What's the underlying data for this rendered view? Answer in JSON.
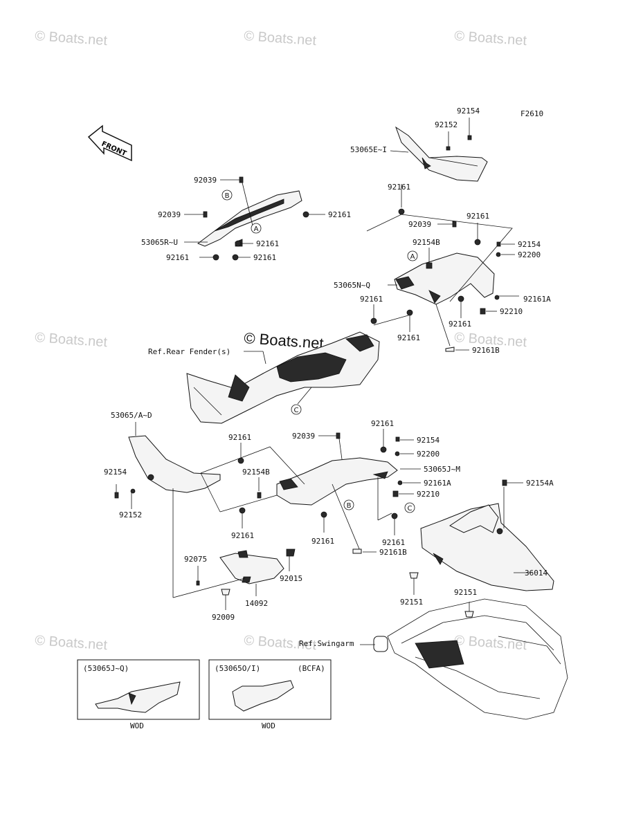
{
  "figure_code": "F2610",
  "watermarks": [
    "© Boats.net",
    "© Boats.net",
    "© Boats.net",
    "© Boats.net",
    "© Boats.net",
    "© Boats.net",
    "© Boats.net",
    "© Boats.net",
    "© Boats.net"
  ],
  "center_watermark": "© Boats.net",
  "front_arrow_label": "FRONT",
  "circle_refs": {
    "a": "A",
    "b": "B",
    "c": "C"
  },
  "references": {
    "rear_fender": "Ref.Rear Fender(s)",
    "swingarm": "Ref.Swingarm"
  },
  "part_labels": [
    "92154",
    "92152",
    "53065E~I",
    "92161",
    "92039",
    "92161",
    "92154B",
    "92154",
    "92200",
    "53065N~Q",
    "92161",
    "92161A",
    "92210",
    "92161",
    "92161",
    "92161B",
    "92039",
    "92039",
    "53065R~U",
    "92161",
    "92161",
    "92161",
    "53065/A~D",
    "92161",
    "92039",
    "92161",
    "92154",
    "92200",
    "53065J~M",
    "92161A",
    "92210",
    "92154",
    "92152",
    "92154B",
    "92161",
    "92161",
    "92161",
    "92161B",
    "92154A",
    "36014",
    "92075",
    "92015",
    "92009",
    "14092",
    "92151",
    "92151"
  ],
  "inset_boxes": [
    {
      "title": "(53065J~Q)",
      "variant": "",
      "caption": "WOD"
    },
    {
      "title": "(53065O/I)",
      "variant": "(BCFA)",
      "caption": "WOD"
    }
  ]
}
